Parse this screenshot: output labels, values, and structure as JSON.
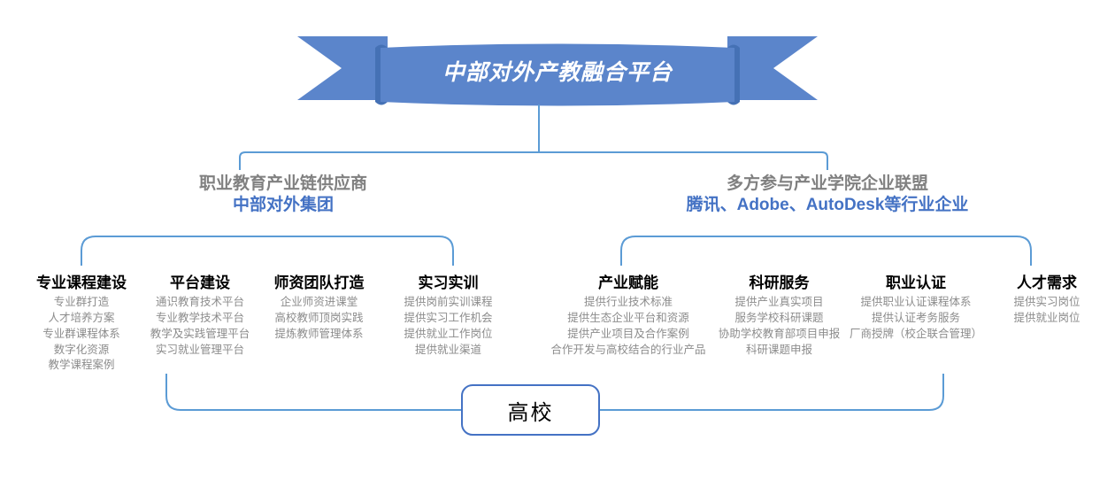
{
  "banner": {
    "title": "中部对外产教融合平台",
    "fill": "#5B85CB",
    "fold": "#4571B5"
  },
  "line_color": "#5B9BD5",
  "branches": [
    {
      "id": "left",
      "heading_line1": "职业教育产业链供应商",
      "heading_line2": "中部对外集团",
      "heading_color": "#808080",
      "accent_color": "#4472C4"
    },
    {
      "id": "right",
      "heading_line1": "多方参与产业学院企业联盟",
      "heading_line2": "腾讯、Adobe、AutoDesk等行业企业",
      "heading_color": "#808080",
      "accent_color": "#4472C4"
    }
  ],
  "columns": [
    {
      "title": "专业课程建设",
      "items": [
        "专业群打造",
        "人才培养方案",
        "专业群课程体系",
        "数字化资源",
        "教学课程案例"
      ]
    },
    {
      "title": "平台建设",
      "items": [
        "通识教育技术平台",
        "专业教学技术平台",
        "教学及实践管理平台",
        "实习就业管理平台"
      ]
    },
    {
      "title": "师资团队打造",
      "items": [
        "企业师资进课堂",
        "高校教师顶岗实践",
        "提炼教师管理体系"
      ]
    },
    {
      "title": "实习实训",
      "items": [
        "提供岗前实训课程",
        "提供实习工作机会",
        "提供就业工作岗位",
        "提供就业渠道"
      ]
    },
    {
      "title": "产业赋能",
      "items": [
        "提供行业技术标准",
        "提供生态企业平台和资源",
        "提供产业项目及合作案例",
        "合作开发与高校结合的行业产品"
      ]
    },
    {
      "title": "科研服务",
      "items": [
        "提供产业真实项目",
        "服务学校科研课题",
        "协助学校教育部项目申报",
        "科研课题申报"
      ]
    },
    {
      "title": "职业认证",
      "items": [
        "提供职业认证课程体系",
        "提供认证考务服务",
        "厂商授牌（校企联合管理）"
      ]
    },
    {
      "title": "人才需求",
      "items": [
        "提供实习岗位",
        "提供就业岗位"
      ]
    }
  ],
  "university": {
    "label": "高校",
    "border_color": "#4472C4"
  }
}
